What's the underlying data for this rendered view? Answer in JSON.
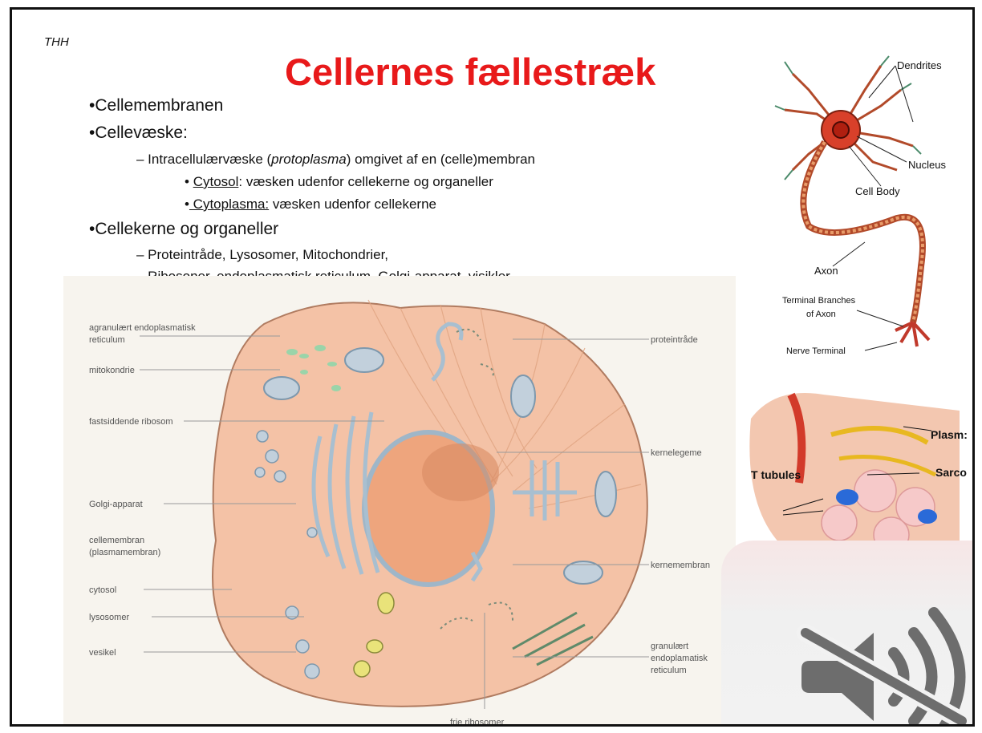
{
  "slide": {
    "author": "THH",
    "title": "Cellernes fællestræk",
    "bullets": {
      "b1": "•Cellemembranen",
      "b2": "•Cellevæske:",
      "b2_1_pre": "– Intracellulærvæske (",
      "b2_1_italic": "protoplasma",
      "b2_1_post": ") omgivet af en (celle)membran",
      "b2_1_1_pre": "• ",
      "b2_1_1_term": "Cytosol",
      "b2_1_1_post": ": væsken udenfor cellekerne og organeller",
      "b2_1_2_pre": "•",
      "b2_1_2_term": " Cytoplasma:",
      "b2_1_2_post": " væsken udenfor cellekerne",
      "b3": "•Cellekerne og organeller",
      "b3_1": "–  Proteintråde, Lysosomer, Mitochondrier,",
      "b3_2": "–  Ribosoner, endoplasmatisk reticulum, Golgi-apparat, visikler"
    }
  },
  "cell_diagram": {
    "labels_left": [
      "agranulært endoplasmatisk",
      "reticulum",
      "mitokondrie",
      "fastsiddende ribosom",
      "Golgi-apparat",
      "cellemembran",
      "(plasmamembran)",
      "cytosol",
      "lysosomer",
      "vesikel"
    ],
    "labels_right": [
      "proteintråde",
      "kernelegeme",
      "kernemembran",
      "granulært",
      "endoplamatisk",
      "reticulum"
    ],
    "label_bottom": "frie ribosomer"
  },
  "neuron_diagram": {
    "labels": [
      "Dendrites",
      "Nucleus",
      "Cell Body",
      "Axon",
      "Terminal Branches",
      "of Axon",
      "Nerve Terminal"
    ]
  },
  "muscle_diagram": {
    "labels": [
      "Plasm:",
      "T tubules",
      "Sarco"
    ]
  },
  "audio": {
    "icon": "speaker-muted-icon"
  },
  "colors": {
    "title": "#e8191a",
    "cell_fill": "#f4c2a6",
    "nucleus": "#eea57d"
  }
}
